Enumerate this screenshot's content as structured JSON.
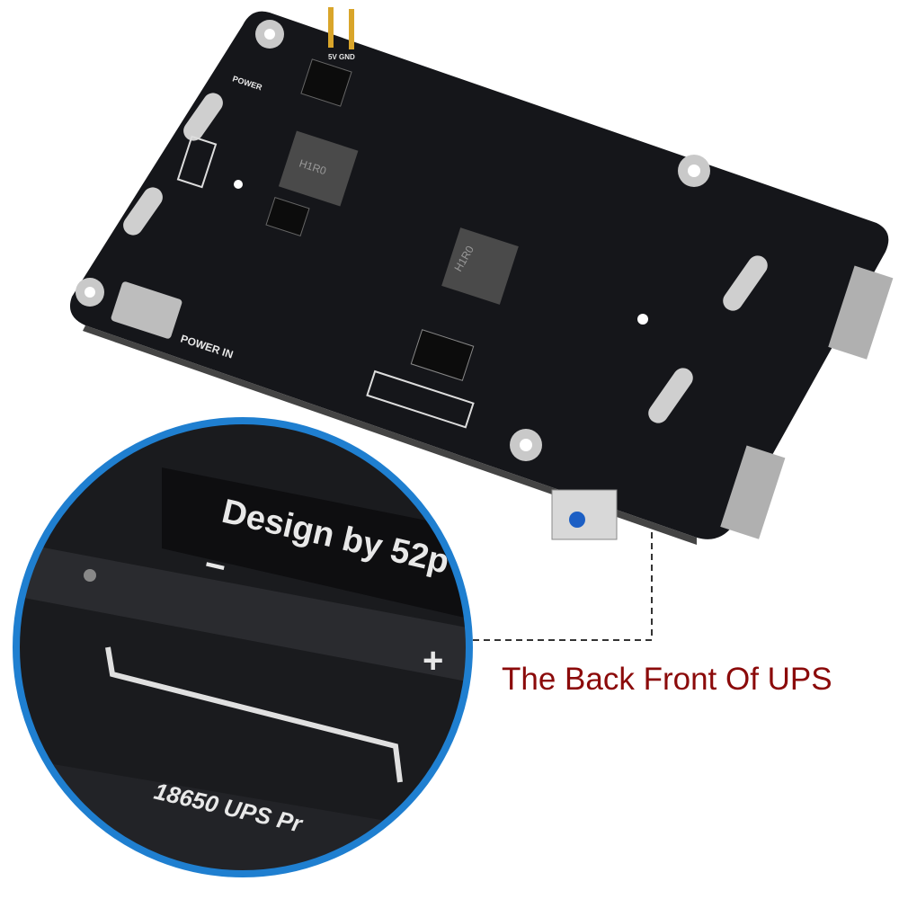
{
  "caption": "The Back Front Of UPS",
  "board_labels": {
    "power_in": "POWER IN",
    "power": "POWER",
    "header": "5V GND",
    "inductor_1": "H1R0",
    "inductor_2": "H1R0"
  },
  "magnifier_labels": {
    "design": "Design by 52p",
    "product": "18650 UPS Pr",
    "minus": "−",
    "plus": "+"
  },
  "colors": {
    "board": "#15161a",
    "magnifier_ring": "#1f7fd0",
    "caption": "#8b0a0a",
    "button": "#1c5fc4"
  }
}
